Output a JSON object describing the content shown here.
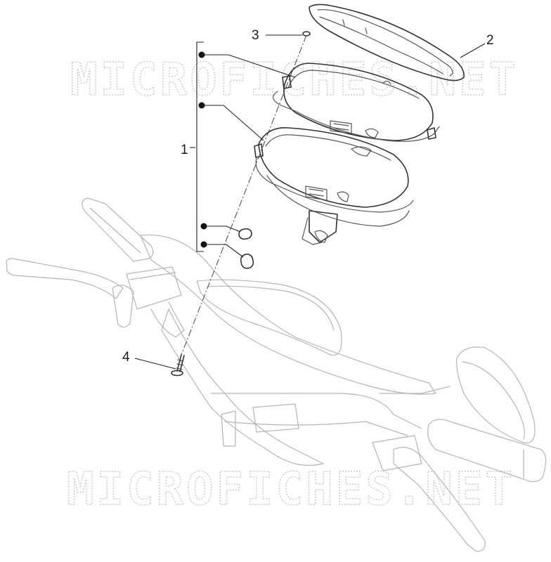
{
  "watermarks": [
    "MICROFICHES.NET",
    "MICROFICHES.NET"
  ],
  "callouts": [
    {
      "id": "1",
      "label": "1"
    },
    {
      "id": "2",
      "label": "2"
    },
    {
      "id": "3",
      "label": "3"
    },
    {
      "id": "4",
      "label": "4"
    }
  ]
}
